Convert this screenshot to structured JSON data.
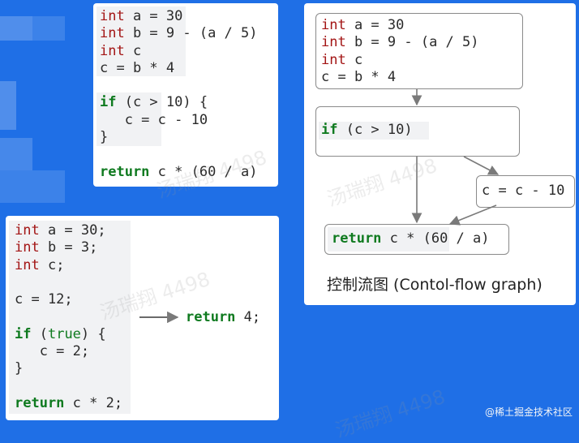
{
  "top_code": {
    "lines": [
      [
        {
          "t": "int",
          "c": "type"
        },
        {
          "t": " a = 30"
        }
      ],
      [
        {
          "t": "int",
          "c": "type"
        },
        {
          "t": " b = 9 - (a / 5)"
        }
      ],
      [
        {
          "t": "int",
          "c": "type"
        },
        {
          "t": " c"
        }
      ],
      [
        {
          "t": "c = b * 4"
        }
      ],
      [],
      [
        {
          "t": "if",
          "c": "ctl"
        },
        {
          "t": " (c > 10) {"
        }
      ],
      [
        {
          "t": "   c = c - 10"
        }
      ],
      [
        {
          "t": "}"
        }
      ],
      [],
      [
        {
          "t": "return",
          "c": "ctl"
        },
        {
          "t": " c * (60 / a)"
        }
      ]
    ]
  },
  "bottom_code": {
    "lines": [
      [
        {
          "t": "int",
          "c": "type"
        },
        {
          "t": " a = 30;"
        }
      ],
      [
        {
          "t": "int",
          "c": "type"
        },
        {
          "t": " b = 3;"
        }
      ],
      [
        {
          "t": "int",
          "c": "type"
        },
        {
          "t": " c;"
        }
      ],
      [],
      [
        {
          "t": "c = 12;"
        }
      ],
      [],
      [
        {
          "t": "if",
          "c": "ctl"
        },
        {
          "t": " ("
        },
        {
          "t": "true",
          "c": "ctl2"
        },
        {
          "t": ") {"
        }
      ],
      [
        {
          "t": "   c = 2;"
        }
      ],
      [
        {
          "t": "}"
        }
      ],
      [],
      [
        {
          "t": "return",
          "c": "ctl"
        },
        {
          "t": " c * 2;"
        }
      ]
    ],
    "result": [
      {
        "t": "return",
        "c": "ctl"
      },
      {
        "t": " 4;"
      }
    ]
  },
  "cfg": {
    "node1": [
      [
        {
          "t": "int",
          "c": "type"
        },
        {
          "t": " a = 30"
        }
      ],
      [
        {
          "t": "int",
          "c": "type"
        },
        {
          "t": " b = 9 - (a / 5)"
        }
      ],
      [
        {
          "t": "int",
          "c": "type"
        },
        {
          "t": " c"
        }
      ],
      [
        {
          "t": "c = b * 4"
        }
      ]
    ],
    "node2": [
      [
        {
          "t": "if",
          "c": "ctl"
        },
        {
          "t": " (c > 10)"
        }
      ]
    ],
    "node3": [
      [
        {
          "t": "c = c - 10"
        }
      ]
    ],
    "node4": [
      [
        {
          "t": "return",
          "c": "ctl"
        },
        {
          "t": " c * (60 / a)"
        }
      ]
    ],
    "caption": "控制流图 (Contol-flow graph)"
  },
  "watermark": "汤瑞翔 4498",
  "footer": "@稀土掘金技术社区",
  "colors": {
    "background": "#1f6fe6",
    "keyword_type": "#a31515",
    "keyword_control": "#0f7a1f",
    "edge": "#7a7a7a"
  }
}
